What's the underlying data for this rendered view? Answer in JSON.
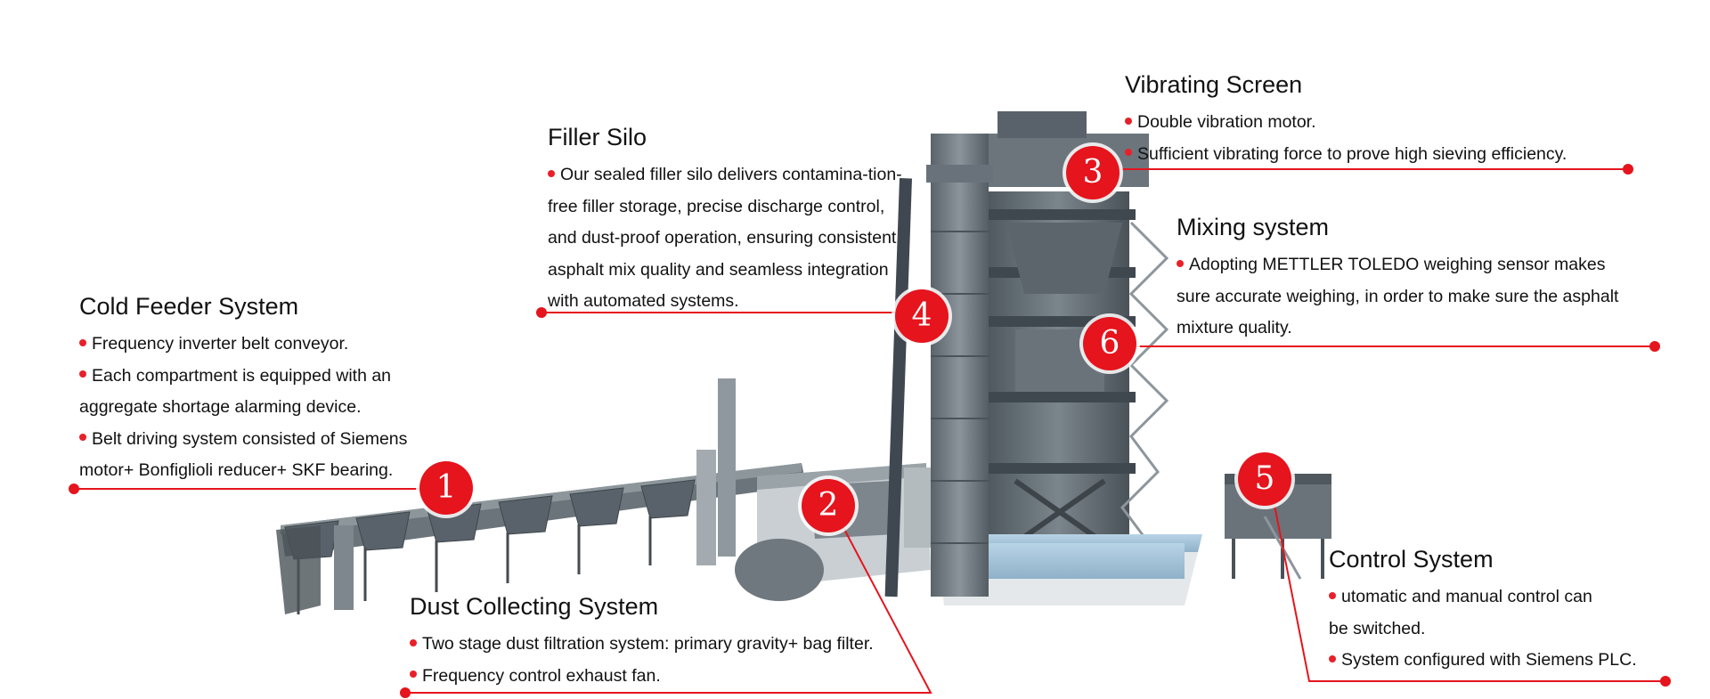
{
  "sections": {
    "cold_feeder": {
      "number": "1",
      "title": "Cold Feeder System",
      "bullets": [
        "Frequency inverter belt conveyor.",
        "Each compartment is equipped with an aggregate shortage alarming device.",
        "Belt driving system consisted of Siemens motor+ Bonfiglioli reducer+ SKF bearing."
      ]
    },
    "dust_collecting": {
      "number": "2",
      "title": "Dust Collecting System",
      "bullets": [
        "Two stage dust filtration system: primary gravity+ bag filter.",
        "Frequency control exhaust fan."
      ]
    },
    "vibrating_screen": {
      "number": "3",
      "title": "Vibrating Screen",
      "bullets": [
        "Double vibration motor.",
        "Sufficient vibrating force to prove high sieving efficiency."
      ]
    },
    "filler_silo": {
      "number": "4",
      "title": "Filler Silo",
      "bullets": [
        "Our sealed filler silo delivers contamina-tion-free filler storage, precise discharge control, and dust-proof operation, ensuring consistent asphalt mix quality and seamless integration with automated systems."
      ]
    },
    "control_system": {
      "number": "5",
      "title": "Control System",
      "bullets": [
        "utomatic and manual control can be switched.",
        "System configured with Siemens PLC."
      ]
    },
    "mixing_system": {
      "number": "6",
      "title": "Mixing system",
      "bullets": [
        "Adopting METTLER TOLEDO weighing sensor makes sure accurate weighing, in order to make sure the asphalt mixture quality."
      ]
    }
  },
  "colors": {
    "accent": "#e5141d",
    "machine_dark": "#5b646b",
    "machine_mid": "#8a9399",
    "machine_light": "#b9c1c6"
  }
}
